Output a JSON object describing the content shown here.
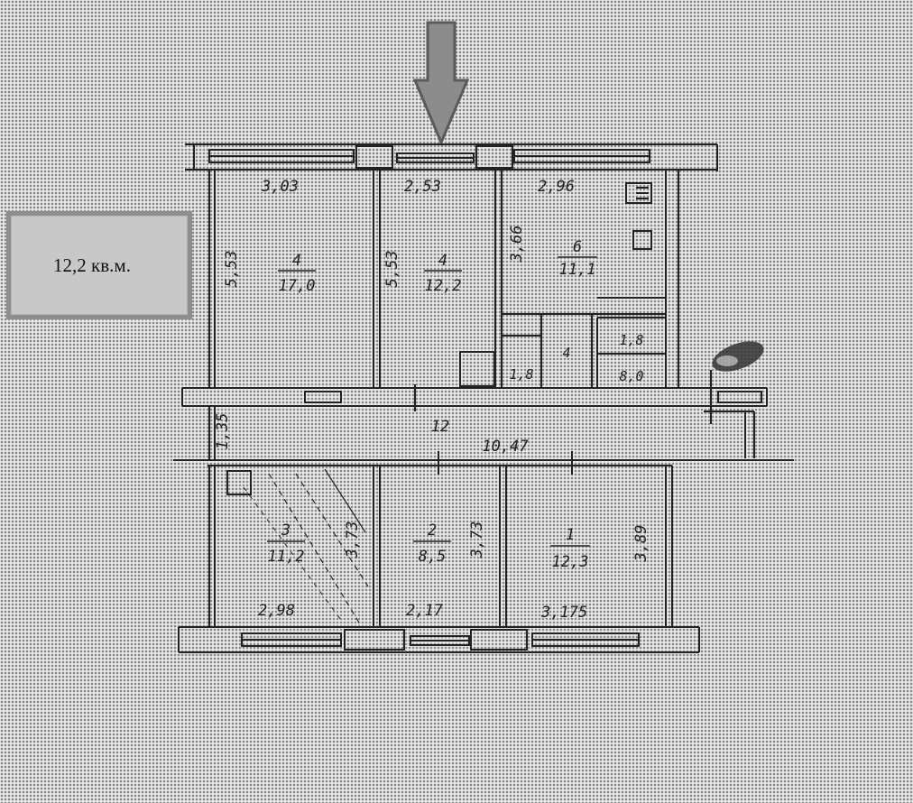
{
  "area_label": "12,2 кв.м.",
  "colors": {
    "background": "#d6d6d6",
    "arrow": "#8c8c8c",
    "box_fill": "#c8c8c8",
    "box_border": "#8e8e8e",
    "ink": "#222222"
  },
  "rooms": {
    "top_left": {
      "top_dim": "3,03",
      "side_dim": "5,53",
      "number": "4",
      "area": "17,0"
    },
    "top_mid": {
      "top_dim": "2,53",
      "side_dim": "5,53",
      "number": "4",
      "area": "12,2"
    },
    "kitchen": {
      "top_dim": "2,96",
      "side_dim": "3,66",
      "number": "6",
      "area": "11,1"
    },
    "corridor": {
      "width_dim": "1,35",
      "number": "12",
      "long_dim": "10,47"
    },
    "small_a": {
      "area": "1,8"
    },
    "small_b": {
      "number": "4"
    },
    "small_c": {
      "area": "1,8"
    },
    "small_d": {
      "area": "8,0"
    },
    "bottom_left": {
      "bottom_dim": "2,98",
      "side_dim": "3,73",
      "number": "3",
      "area": "11,2"
    },
    "bottom_mid": {
      "bottom_dim": "2,17",
      "side_dim": "3,73",
      "number": "2",
      "area": "8,5"
    },
    "bottom_right": {
      "bottom_dim": "3,175",
      "side_dim": "3,89",
      "number": "1",
      "area": "12,3"
    }
  }
}
